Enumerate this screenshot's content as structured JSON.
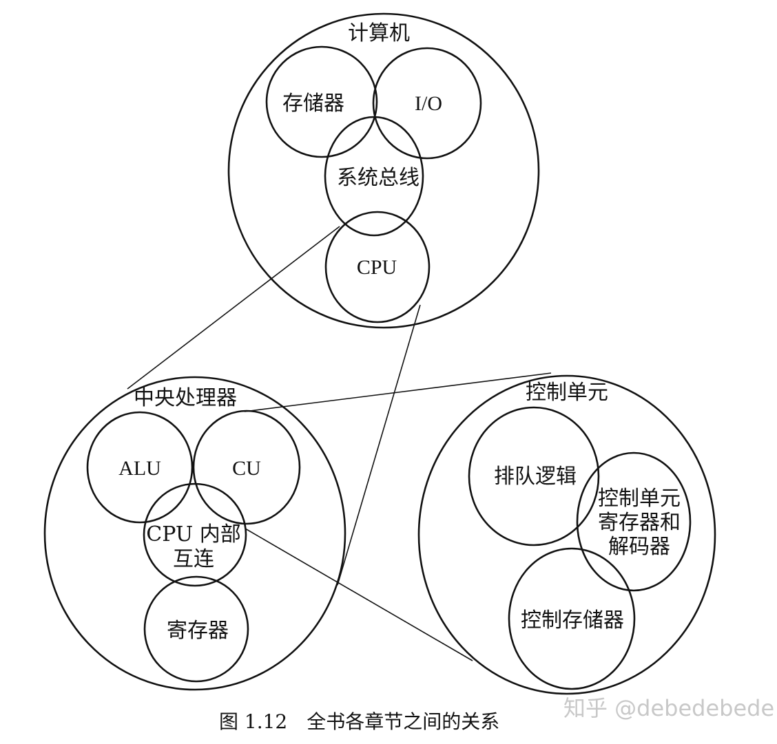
{
  "diagram": {
    "computer": {
      "title": "计算机",
      "memory": "存储器",
      "io": "I/O",
      "system_bus": "系统总线",
      "cpu": "CPU"
    },
    "cpu_detail": {
      "title": "中央处理器",
      "alu": "ALU",
      "cu": "CU",
      "interconnect_line1": "CPU 内部",
      "interconnect_line2": "互连",
      "registers": "寄存器"
    },
    "control_unit": {
      "title": "控制单元",
      "sequencing_logic": "排队逻辑",
      "cu_registers_line1": "控制单元",
      "cu_registers_line2": "寄存器和",
      "cu_registers_line3": "解码器",
      "control_memory": "控制存储器"
    },
    "caption": "图 1.12　全书各章节之间的关系",
    "watermark": "知乎 @debedebede"
  }
}
